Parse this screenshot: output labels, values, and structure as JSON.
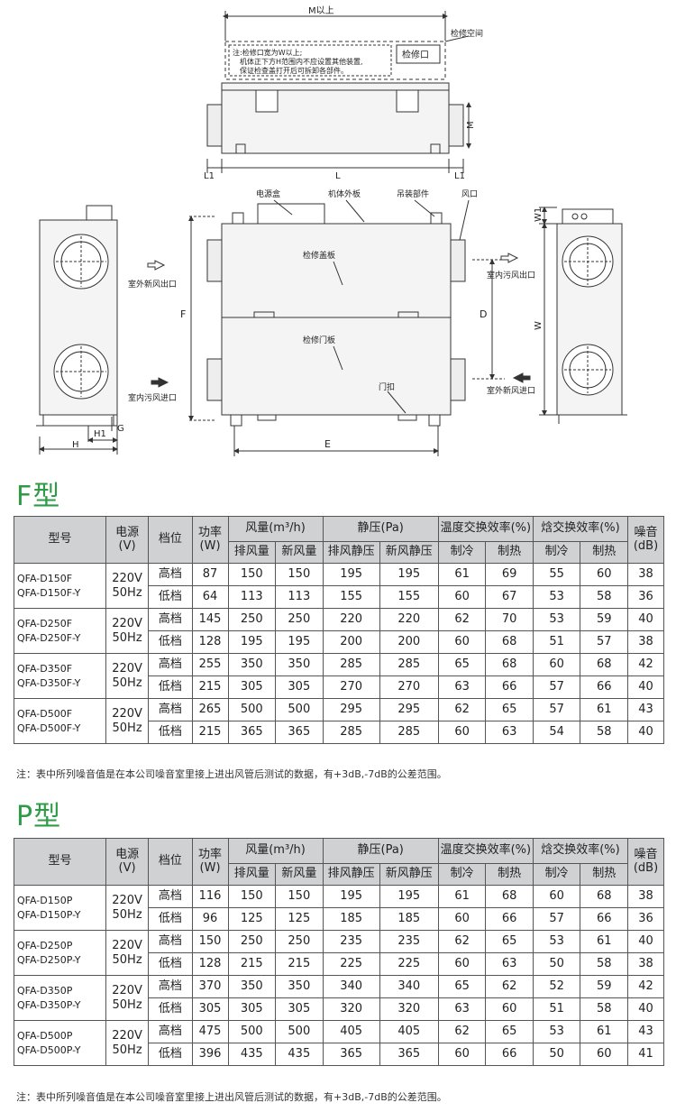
{
  "diagram": {
    "top": {
      "dim_m_top": "M以上",
      "service_space": "检修空间",
      "note_lines": [
        "注:检修口宽为W以上;",
        "机体正下方H范围内不应设置其他装置,",
        "保证检查盖打开后可拆卸各部件。"
      ],
      "service_port": "检修口",
      "dim_m": "M",
      "dim_l1_left": "L1",
      "dim_l": "L",
      "dim_l1_right": "L1"
    },
    "front": {
      "power_box": "电源盒",
      "body_panel": "机体外板",
      "hanger": "吊装部件",
      "air_port": "风口",
      "inspection_cover": "检修盖板",
      "inspection_door": "检修门板",
      "door_latch": "门扣",
      "dim_f": "F",
      "dim_d": "D",
      "dim_e": "E"
    },
    "left": {
      "fresh_out": "室外新风出口",
      "dirty_in": "室内污风进口",
      "dim_g": "G",
      "dim_h1": "H1",
      "dim_h": "H"
    },
    "right": {
      "dirty_out": "室内污风出口",
      "fresh_in": "室外新风进口",
      "dim_w1": "W1",
      "dim_w": "W"
    }
  },
  "header": {
    "model": "型号",
    "power_supply": "电源",
    "power_supply_unit": "(V)",
    "speed": "档位",
    "power": "功率",
    "power_unit": "(W)",
    "airflow": "风量(m³/h)",
    "static_pressure": "静压(Pa)",
    "temp_eff": "温度交换效率(%)",
    "enthalpy_eff": "焓交换效率(%)",
    "noise": "噪音",
    "noise_unit": "(dB)",
    "exhaust_air": "排风量",
    "fresh_air": "新风量",
    "exhaust_static": "排风静压",
    "fresh_static": "新风静压",
    "cooling": "制冷",
    "heating": "制热",
    "cooling2": "制冷",
    "heating2": "制热"
  },
  "f_section": {
    "title": "F型",
    "groups": [
      {
        "model_a": "QFA-D150F",
        "model_b": "QFA-D150F-Y",
        "voltage": "220V",
        "freq": "50Hz",
        "rows": [
          {
            "speed": "高档",
            "power": "87",
            "exhaust": "150",
            "fresh": "150",
            "sp_exhaust": "195",
            "sp_fresh": "195",
            "t_cool": "61",
            "t_heat": "69",
            "e_cool": "55",
            "e_heat": "60",
            "noise": "38"
          },
          {
            "speed": "低档",
            "power": "64",
            "exhaust": "113",
            "fresh": "113",
            "sp_exhaust": "155",
            "sp_fresh": "155",
            "t_cool": "60",
            "t_heat": "67",
            "e_cool": "53",
            "e_heat": "58",
            "noise": "36"
          }
        ]
      },
      {
        "model_a": "QFA-D250F",
        "model_b": "QFA-D250F-Y",
        "voltage": "220V",
        "freq": "50Hz",
        "rows": [
          {
            "speed": "高档",
            "power": "145",
            "exhaust": "250",
            "fresh": "250",
            "sp_exhaust": "220",
            "sp_fresh": "220",
            "t_cool": "62",
            "t_heat": "70",
            "e_cool": "53",
            "e_heat": "59",
            "noise": "40"
          },
          {
            "speed": "低档",
            "power": "128",
            "exhaust": "195",
            "fresh": "195",
            "sp_exhaust": "200",
            "sp_fresh": "200",
            "t_cool": "60",
            "t_heat": "68",
            "e_cool": "51",
            "e_heat": "57",
            "noise": "38"
          }
        ]
      },
      {
        "model_a": "QFA-D350F",
        "model_b": "QFA-D350F-Y",
        "voltage": "220V",
        "freq": "50Hz",
        "rows": [
          {
            "speed": "高档",
            "power": "255",
            "exhaust": "350",
            "fresh": "350",
            "sp_exhaust": "285",
            "sp_fresh": "285",
            "t_cool": "65",
            "t_heat": "68",
            "e_cool": "60",
            "e_heat": "68",
            "noise": "42"
          },
          {
            "speed": "低档",
            "power": "215",
            "exhaust": "305",
            "fresh": "305",
            "sp_exhaust": "270",
            "sp_fresh": "270",
            "t_cool": "63",
            "t_heat": "66",
            "e_cool": "57",
            "e_heat": "66",
            "noise": "40"
          }
        ]
      },
      {
        "model_a": "QFA-D500F",
        "model_b": "QFA-D500F-Y",
        "voltage": "220V",
        "freq": "50Hz",
        "rows": [
          {
            "speed": "高档",
            "power": "265",
            "exhaust": "500",
            "fresh": "500",
            "sp_exhaust": "295",
            "sp_fresh": "295",
            "t_cool": "62",
            "t_heat": "65",
            "e_cool": "57",
            "e_heat": "61",
            "noise": "43"
          },
          {
            "speed": "低档",
            "power": "215",
            "exhaust": "365",
            "fresh": "365",
            "sp_exhaust": "285",
            "sp_fresh": "285",
            "t_cool": "60",
            "t_heat": "63",
            "e_cool": "54",
            "e_heat": "58",
            "noise": "40"
          }
        ]
      }
    ],
    "note": "注：表中所列噪音值是在本公司噪音室里接上进出风管后测试的数据，有+3dB,-7dB的公差范围。"
  },
  "p_section": {
    "title": "P型",
    "groups": [
      {
        "model_a": "QFA-D150P",
        "model_b": "QFA-D150P-Y",
        "voltage": "220V",
        "freq": "50Hz",
        "rows": [
          {
            "speed": "高档",
            "power": "116",
            "exhaust": "150",
            "fresh": "150",
            "sp_exhaust": "195",
            "sp_fresh": "195",
            "t_cool": "61",
            "t_heat": "68",
            "e_cool": "60",
            "e_heat": "68",
            "noise": "38"
          },
          {
            "speed": "低档",
            "power": "96",
            "exhaust": "125",
            "fresh": "125",
            "sp_exhaust": "185",
            "sp_fresh": "185",
            "t_cool": "60",
            "t_heat": "66",
            "e_cool": "57",
            "e_heat": "66",
            "noise": "36"
          }
        ]
      },
      {
        "model_a": "QFA-D250P",
        "model_b": "QFA-D250P-Y",
        "voltage": "220V",
        "freq": "50Hz",
        "rows": [
          {
            "speed": "高档",
            "power": "150",
            "exhaust": "250",
            "fresh": "250",
            "sp_exhaust": "235",
            "sp_fresh": "235",
            "t_cool": "62",
            "t_heat": "65",
            "e_cool": "53",
            "e_heat": "61",
            "noise": "40"
          },
          {
            "speed": "低档",
            "power": "128",
            "exhaust": "215",
            "fresh": "215",
            "sp_exhaust": "225",
            "sp_fresh": "225",
            "t_cool": "60",
            "t_heat": "63",
            "e_cool": "50",
            "e_heat": "58",
            "noise": "38"
          }
        ]
      },
      {
        "model_a": "QFA-D350P",
        "model_b": "QFA-D350P-Y",
        "voltage": "220V",
        "freq": "50Hz",
        "rows": [
          {
            "speed": "高档",
            "power": "370",
            "exhaust": "350",
            "fresh": "350",
            "sp_exhaust": "340",
            "sp_fresh": "340",
            "t_cool": "65",
            "t_heat": "62",
            "e_cool": "52",
            "e_heat": "59",
            "noise": "42"
          },
          {
            "speed": "低档",
            "power": "305",
            "exhaust": "305",
            "fresh": "305",
            "sp_exhaust": "320",
            "sp_fresh": "320",
            "t_cool": "63",
            "t_heat": "60",
            "e_cool": "51",
            "e_heat": "58",
            "noise": "40"
          }
        ]
      },
      {
        "model_a": "QFA-D500P",
        "model_b": "QFA-D500P-Y",
        "voltage": "220V",
        "freq": "50Hz",
        "rows": [
          {
            "speed": "高档",
            "power": "475",
            "exhaust": "500",
            "fresh": "500",
            "sp_exhaust": "405",
            "sp_fresh": "405",
            "t_cool": "62",
            "t_heat": "65",
            "e_cool": "53",
            "e_heat": "61",
            "noise": "43"
          },
          {
            "speed": "低档",
            "power": "396",
            "exhaust": "435",
            "fresh": "435",
            "sp_exhaust": "365",
            "sp_fresh": "365",
            "t_cool": "60",
            "t_heat": "66",
            "e_cool": "50",
            "e_heat": "60",
            "noise": "41"
          }
        ]
      }
    ],
    "note": "注：表中所列噪音值是在本公司噪音室里接上进出风管后测试的数据，有+3dB,-7dB的公差范围。"
  }
}
